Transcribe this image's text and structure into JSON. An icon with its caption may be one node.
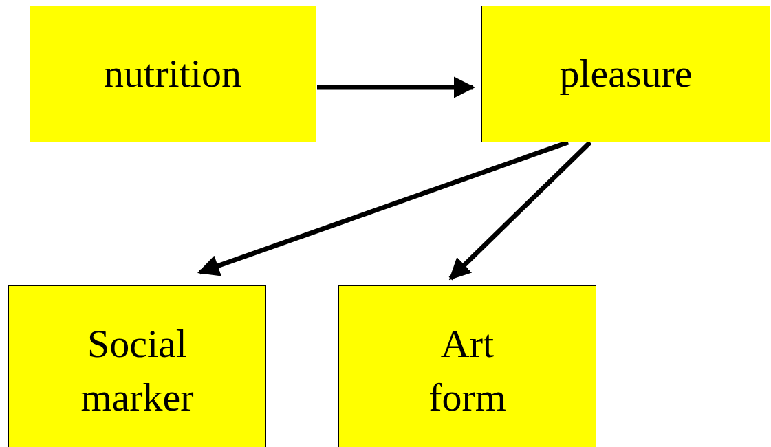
{
  "diagram": {
    "nodes": [
      {
        "text": [
          "nutrition"
        ]
      },
      {
        "text": [
          "pleasure"
        ]
      },
      {
        "text": [
          "Social marker"
        ]
      },
      {
        "text": [
          "Art form"
        ]
      }
    ],
    "edges": [
      {
        "from": 0,
        "to": 1,
        "arrow": "to"
      },
      {
        "from": 1,
        "to": 2,
        "arrow": "to"
      },
      {
        "from": 1,
        "to": 3,
        "arrow": "to"
      }
    ]
  }
}
